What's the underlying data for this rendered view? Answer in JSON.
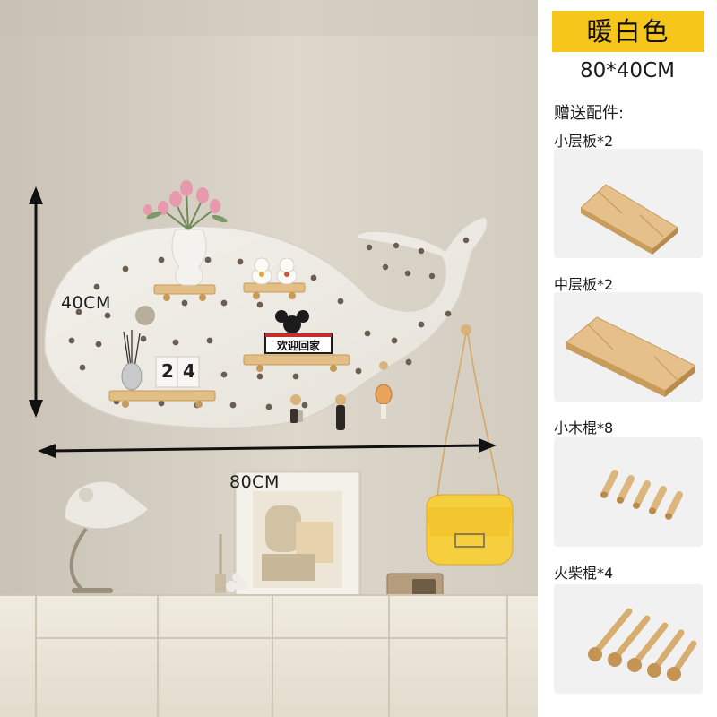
{
  "dimensions": {
    "height_label": "40CM",
    "width_label": "80CM"
  },
  "sign_text": "欢迎回家",
  "calendar_digits": [
    "2",
    "4"
  ],
  "panel": {
    "color_name": "暖白色",
    "size": "80*40CM",
    "gift_title": "赠送配件:",
    "accessories": [
      {
        "label": "小层板*2"
      },
      {
        "label": "中层板*2"
      },
      {
        "label": "小木棍*8"
      },
      {
        "label": "火柴棍*4"
      }
    ]
  },
  "colors": {
    "badge": "#f7c61a",
    "wall": "#d6d0c4",
    "board": "#eeebe4",
    "wood": "#e3bf86",
    "bag": "#f6cf3e"
  }
}
